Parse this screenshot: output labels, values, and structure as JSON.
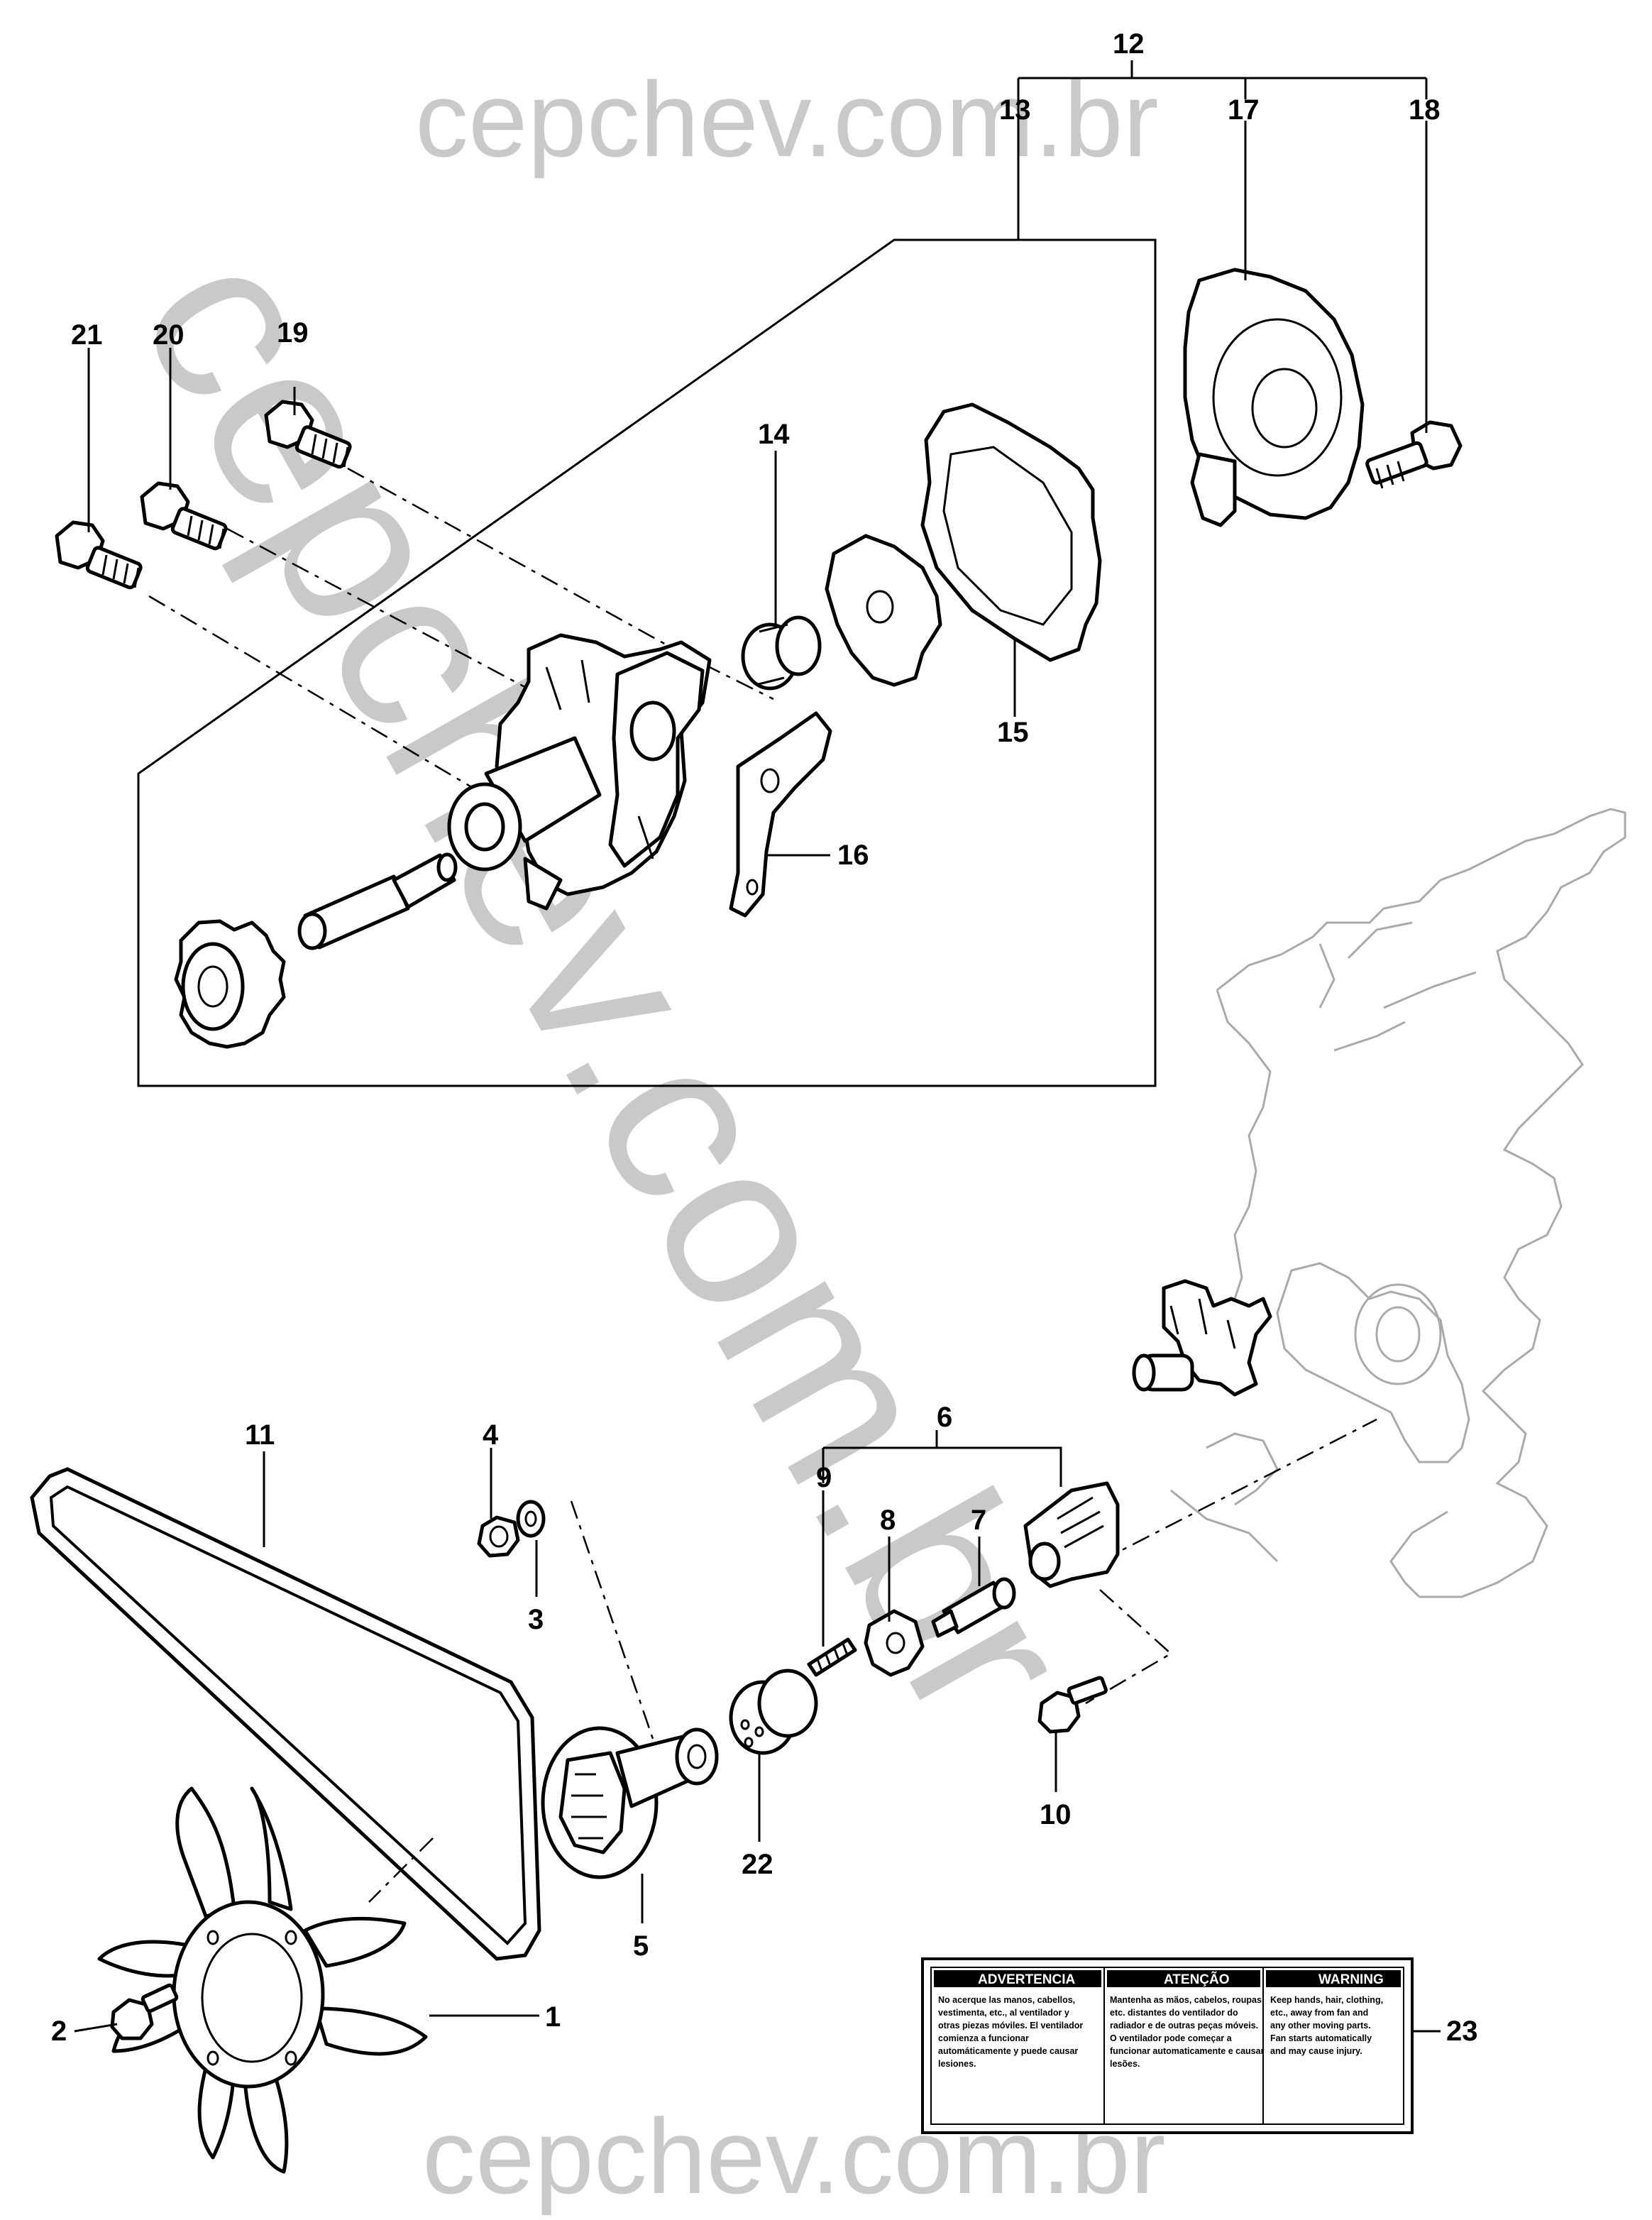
{
  "watermarks": {
    "top": "cepchev.com.br",
    "diagonal": "cepchev.com.br",
    "bottom": "cepchev.com.br"
  },
  "callouts": {
    "c1": "1",
    "c2": "2",
    "c3": "3",
    "c4": "4",
    "c5": "5",
    "c6": "6",
    "c7": "7",
    "c8": "8",
    "c9": "9",
    "c10": "10",
    "c11": "11",
    "c12": "12",
    "c13": "13",
    "c14": "14",
    "c15": "15",
    "c16": "16",
    "c17": "17",
    "c18": "18",
    "c19": "19",
    "c20": "20",
    "c21": "21",
    "c22": "22",
    "c23": "23"
  },
  "warning_label": {
    "spanish": {
      "title": "ADVERTENCIA",
      "lines": [
        "No acerque las manos, cabellos,",
        "vestimenta, etc., al ventilador y",
        "otras piezas móviles. El ventilador",
        "comienza a funcionar",
        "automáticamente y puede causar",
        "lesiones."
      ]
    },
    "portuguese": {
      "title": "ATENÇÃO",
      "lines": [
        "Mantenha as mãos, cabelos, roupas,",
        "etc. distantes do ventilador do",
        "radiador e de outras peças móveis.",
        "O ventilador pode começar a",
        "funcionar automaticamente e causar",
        "lesões."
      ]
    },
    "english": {
      "title": "WARNING",
      "lines": [
        "Keep hands, hair, clothing,",
        "etc., away from fan and",
        "any other moving parts.",
        "Fan starts automatically",
        "and may cause injury."
      ]
    }
  }
}
